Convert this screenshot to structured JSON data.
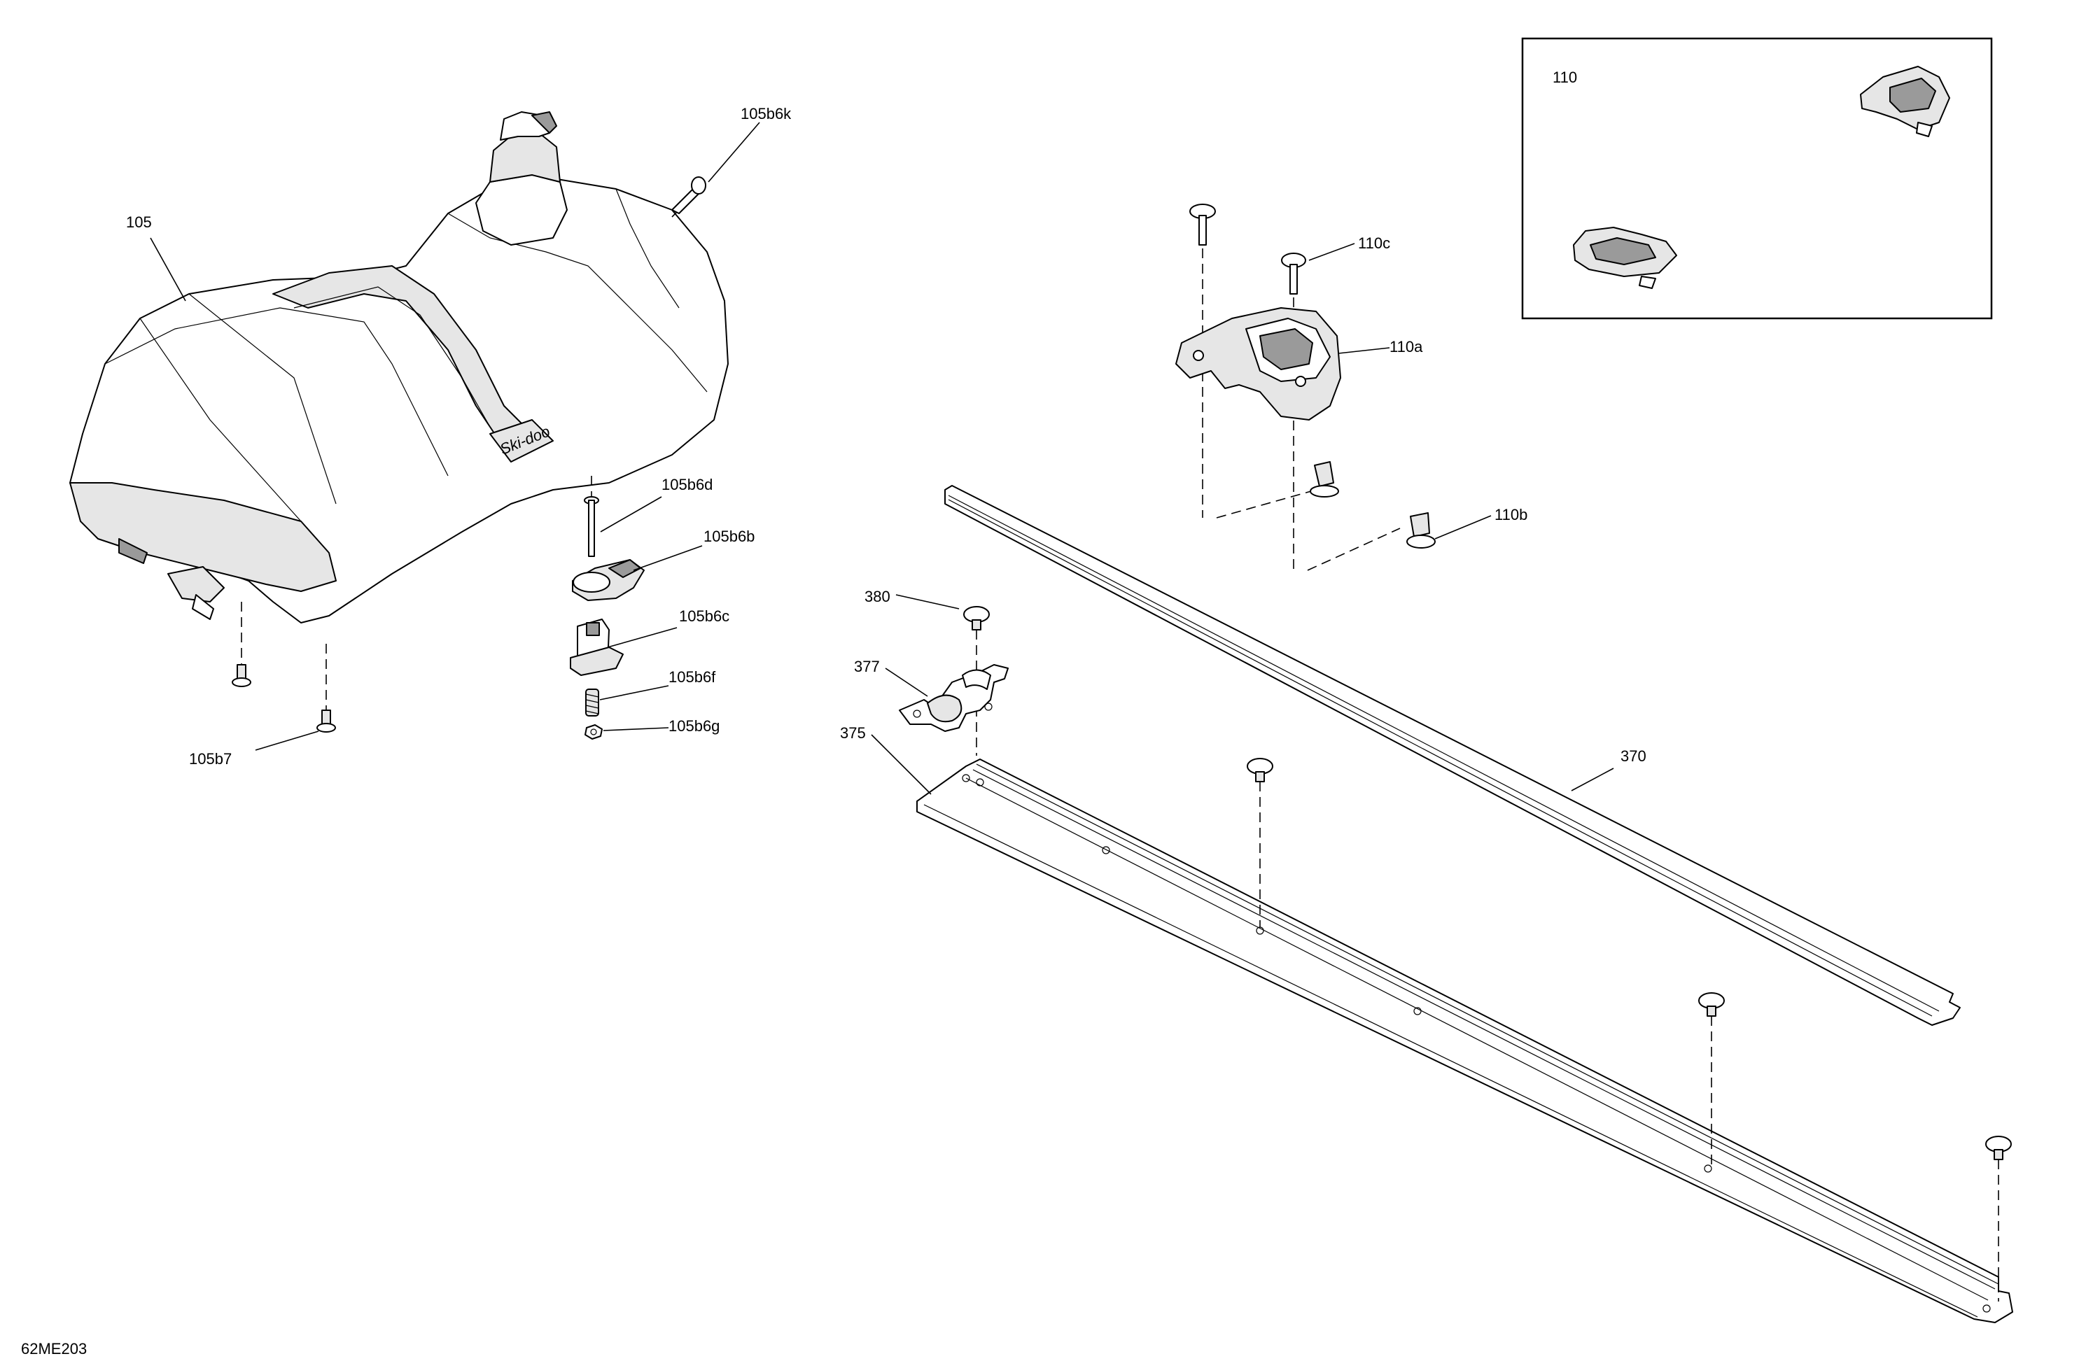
{
  "diagram": {
    "drawing_code": "62ME203",
    "inset_label": "110",
    "callouts": {
      "c105": "105",
      "c105b6k": "105b6k",
      "c105b6d": "105b6d",
      "c105b6b": "105b6b",
      "c105b6c": "105b6c",
      "c105b6f": "105b6f",
      "c105b6g": "105b6g",
      "c105b7": "105b7",
      "c110c": "110c",
      "c110a": "110a",
      "c110b": "110b",
      "c380": "380",
      "c377": "377",
      "c375": "375",
      "c370": "370"
    },
    "tank_badge": "Ski-doo"
  }
}
